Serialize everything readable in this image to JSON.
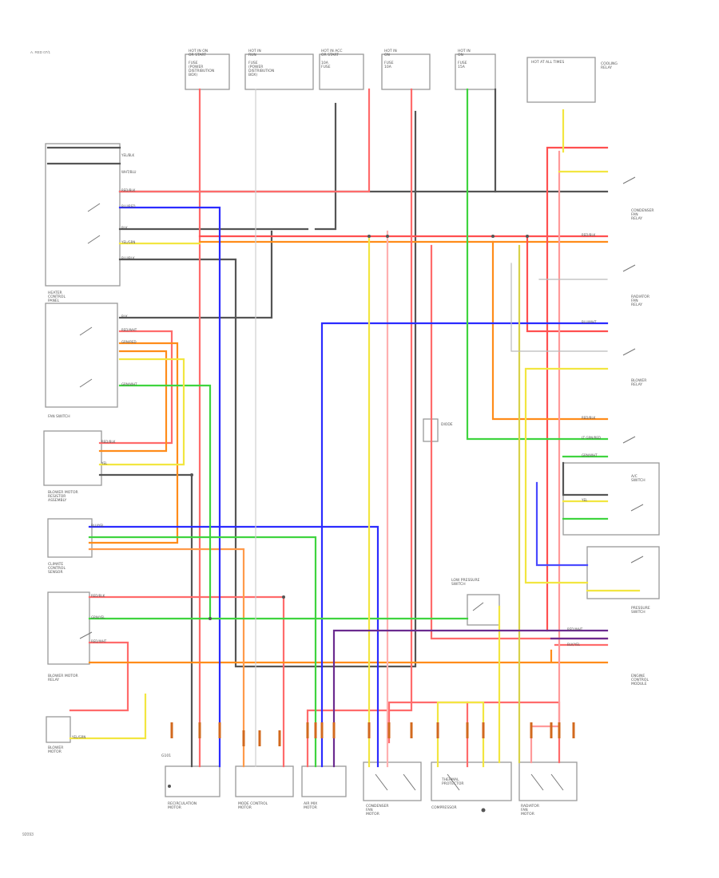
{
  "header": {
    "top_left_text": "A. RED 07/1",
    "bottom_left_code": "92093"
  },
  "colors": {
    "red": "#ff4d4d",
    "pink": "#ff9a9a",
    "blue": "#2b2bff",
    "green": "#3fd43f",
    "orange": "#ff8c1a",
    "yellow": "#f2e640",
    "gray": "#555555",
    "lightgray": "#b8b8b8",
    "purple": "#6b2b8f",
    "lightgreen": "#8ee06e"
  },
  "labels": {
    "fuse_box": "HOT IN ON\nOR START\n\n  FUSE\n  (POWER\n  DISTRIBUTION\n  BOX)",
    "fuse_run": "HOT IN\nRUN\n\n  FUSE\n  (POWER\n  DISTRIBUTION\n  BOX)",
    "fuse_acc": "HOT IN ACC\nOR START\n\n 10A\n FUSE",
    "fuse_run2": "HOT IN\nON\n\n FUSE\n 10A",
    "fuse_3": "HOT IN\nON\n\n FUSE\n 15A",
    "relay_top": "HOT AT ALL TIMES",
    "relay_top_name": "COOLING\nRELAY",
    "heater_control": "HEATER\nCONTROL\nPANEL",
    "blower_relay": "BLOWER\nRELAY",
    "fan_switch": "FAN SWITCH",
    "ac_switch": "A/C\nSWITCH",
    "blower_resistor": "BLOWER MOTOR\nRESISTOR\nASSEMBLY",
    "climate_sensor": "CLIMATE\nCONTROL\nSENSOR",
    "blower_motor_relay": "BLOWER MOTOR\nRELAY",
    "blower_motor": "BLOWER\nMOTOR",
    "compressor": "COMPRESSOR",
    "pressure_switch": "PRESSURE\nSWITCH",
    "thermal_protector": "THERMAL\nPROTECTOR",
    "cond_fan_relay": "CONDENSER\nFAN\nRELAY",
    "radiator_fan_relay": "RADIATOR\nFAN\nRELAY",
    "cond_fan_motor": "CONDENSER\nFAN\nMOTOR",
    "radiator_fan_motor": "RADIATOR\nFAN\nMOTOR",
    "ecm": "ENGINE\nCONTROL\nMODULE",
    "diode": "DIODE",
    "lo_pressure": "LOW PRESSURE\nSWITCH",
    "recirc_motor": "RECIRCULATION\nMOTOR",
    "mode_motor": "MODE CONTROL\nMOTOR",
    "air_mix_motor": "AIR MIX\nMOTOR",
    "ground": "G101"
  },
  "wire_codes": {
    "w1": "YEL/BLK",
    "w2": "WHT/BLU",
    "w3": "GRN/YEL",
    "w4": "BLU/RED",
    "w5": "BLK",
    "w6": "LT GRN/RED",
    "w7": "BLU/WHT",
    "w8": "BLK/YEL",
    "w9": "RED/BLK",
    "w10": "GRN/RED",
    "w11": "YEL/GRN",
    "w12": "BLU/BLK",
    "w13": "BLU/YEL",
    "w14": "RED/WHT",
    "w15": "GRN/WHT",
    "w16": "YEL"
  }
}
